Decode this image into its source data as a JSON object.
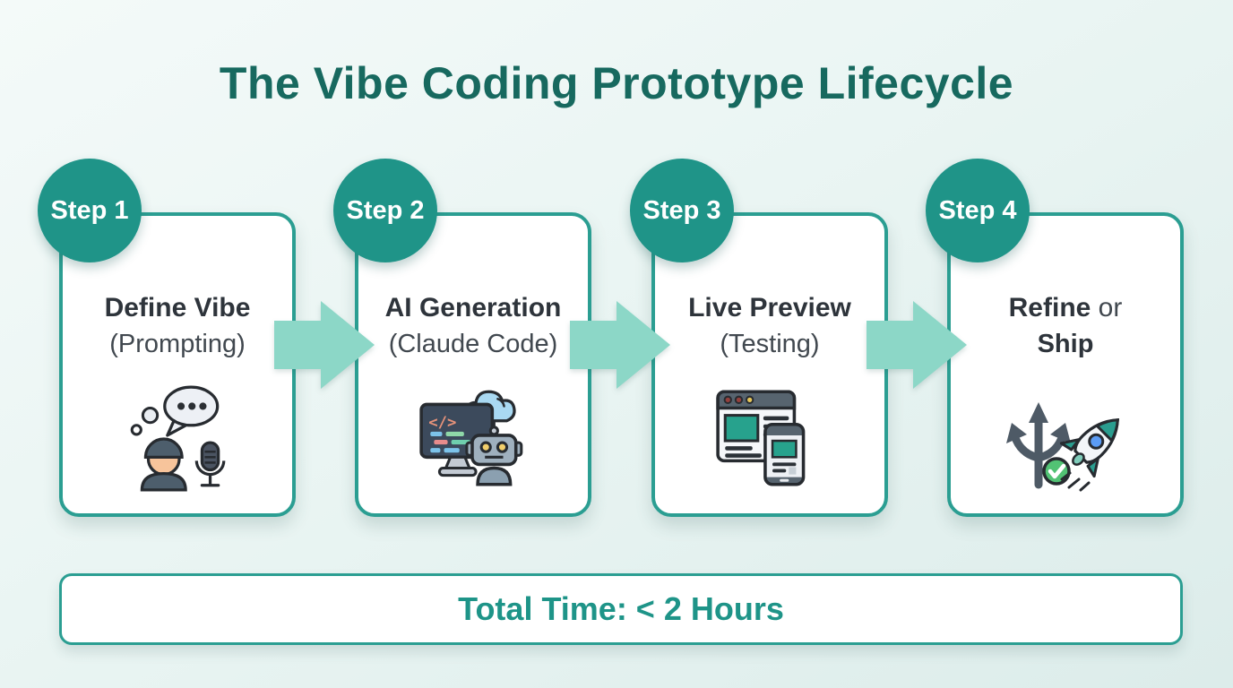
{
  "title": "The Vibe Coding Prototype Lifecycle",
  "steps": [
    {
      "badge": "Step 1",
      "title": "Define Vibe",
      "subtitle": "(Prompting)",
      "icon": "person-speech-mic-icon"
    },
    {
      "badge": "Step 2",
      "title": "AI Generation",
      "subtitle": "(Claude Code)",
      "icon": "computer-cloud-robot-icon"
    },
    {
      "badge": "Step 3",
      "title": "Live Preview",
      "subtitle": "(Testing)",
      "icon": "browser-phone-preview-icon"
    },
    {
      "badge": "Step 4",
      "title_bold": "Refine",
      "title_tail": " or",
      "subtitle": "Ship",
      "icon": "branch-arrows-rocket-icon"
    }
  ],
  "arrows": {
    "count": 3,
    "direction": "right"
  },
  "footer": {
    "label": "Total Time: < 2 Hours"
  },
  "colors": {
    "background_top": "#f4faf9",
    "background_bottom": "#dcecea",
    "title_text": "#17695f",
    "badge_fill": "#1f9488",
    "badge_text": "#ffffff",
    "card_border": "#2b9e92",
    "card_background": "#ffffff",
    "card_title_text": "#2e343b",
    "card_subtitle_text": "#41484f",
    "arrow_fill": "#8cd7c7",
    "footer_text": "#1e9488",
    "footer_border": "#2b9e92"
  }
}
